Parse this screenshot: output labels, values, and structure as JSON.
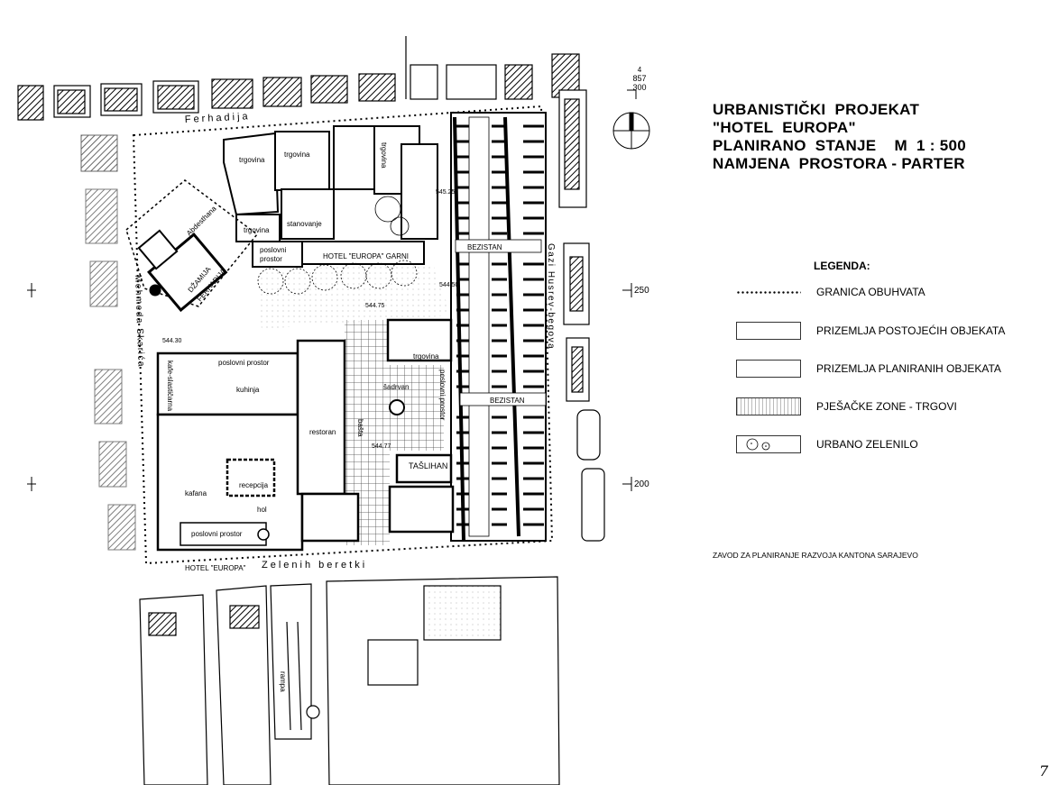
{
  "title": {
    "line1": "URBANISTIČKI  PROJEKAT",
    "line2": "\"HOTEL  EUROPA\"",
    "line3": "PLANIRANO  STANJE    M  1 : 500",
    "line4": "NAMJENA  PROSTORA - PARTER"
  },
  "legend": {
    "heading": "LEGENDA:",
    "items": [
      {
        "symbol": "dotted-line",
        "label": "GRANICA OBUHVATA"
      },
      {
        "symbol": "plain-box",
        "label": "PRIZEMLJA POSTOJEĆIH OBJEKATA"
      },
      {
        "symbol": "plain-box",
        "label": "PRIZEMLJA PLANIRANIH OBJEKATA"
      },
      {
        "symbol": "hatched-box",
        "label": "PJEŠAČKE ZONE - TRGOVI"
      },
      {
        "symbol": "tree-circles",
        "label": "URBANO ZELENILO"
      }
    ]
  },
  "footer": "ZAVOD ZA PLANIRANJE RAZVOJA KANTONA SARAJEVO",
  "page_number": "7",
  "grid": {
    "top": [
      "4",
      "857",
      "300"
    ],
    "mid": "250",
    "low": "200"
  },
  "streets": {
    "north": "Ferhadija",
    "east": "Gazi Husrev-begova",
    "west": "Mehmeda Skarića",
    "south": "Zelenih beretki"
  },
  "rooms": {
    "trgovina1": "trgovina",
    "trgovina2": "trgovina",
    "trgovina3": "trgovina",
    "trgovina4": "trgovina",
    "trgovina5": "trgovina",
    "stanovanje": "stanovanje",
    "poslovni1a": "poslovni",
    "poslovni1b": "prostor",
    "hotel_garni": "HOTEL \"EUROPA\" GARNI",
    "abdesthana": "Abdesthana",
    "dzamija1": "DŽAMIJA",
    "dzamija2": "FERHADIJA",
    "bezistan1": "BEZISTAN",
    "bezistan2": "BEZISTAN",
    "poslovni2": "poslovni prostor",
    "kuhinja": "kuhinja",
    "kafe": "kafe-slastičarna",
    "restoran": "restoran",
    "kafana": "kafana",
    "recepcija": "recepcija",
    "hol": "hol",
    "poslovni3": "poslovni prostor",
    "sadrvan": "šadrvan",
    "basta": "bašta",
    "poslovni4": "poslovni prostor",
    "taslihan": "TAŠLIHAN",
    "hotel_europa": "HOTEL \"EUROPA\"",
    "rampa": "rampa"
  },
  "elevations": [
    "545.25",
    "544.50",
    "544.75",
    "544.30",
    "544.77"
  ]
}
